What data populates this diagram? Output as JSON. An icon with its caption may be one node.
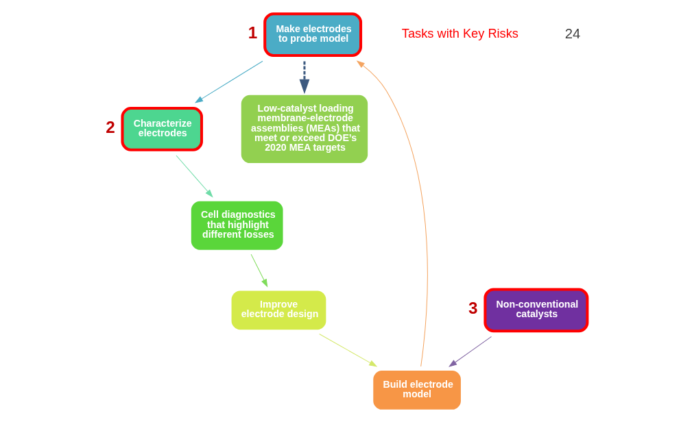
{
  "diagram": {
    "nodes": [
      {
        "text": [
          "Make electrodes to probe model"
        ],
        "beside": [
          "1"
        ]
      },
      {
        "text": [
          "Characterize electrodes"
        ],
        "beside": [
          "2"
        ]
      },
      {
        "text": [
          "Cell diagnostics that highlight different losses"
        ]
      },
      {
        "text": [
          "Improve electrode design"
        ]
      },
      {
        "text": [
          "Build electrode model"
        ]
      },
      {
        "text": [
          "Non-conventional catalysts"
        ],
        "beside": [
          "3"
        ]
      },
      {
        "text": [
          "Low-catalyst loading membrane-electrode assemblies (MEAs) that meet or exceed DOE’s 2020 MEA targets"
        ]
      }
    ],
    "edges": [
      {
        "from": 4,
        "to": 0,
        "arrow": "to",
        "color": "#f4a460"
      },
      {
        "from": 0,
        "to": 1,
        "arrow": "to",
        "color": "#4bacc6"
      },
      {
        "from": 1,
        "to": 2,
        "arrow": "to",
        "color": "#6fdca8"
      },
      {
        "from": 2,
        "to": 3,
        "arrow": "to",
        "color": "#7fdc5a"
      },
      {
        "from": 3,
        "to": 4,
        "arrow": "to",
        "color": "#d4e86a"
      },
      {
        "from": 5,
        "to": 4,
        "arrow": "to",
        "color": "#8064a2"
      },
      {
        "from": 0,
        "to": 6,
        "arrow": "to",
        "style": "dashed",
        "color": "#3d5a80"
      }
    ],
    "labels": [
      "Tasks with Key Risks",
      "24"
    ]
  }
}
